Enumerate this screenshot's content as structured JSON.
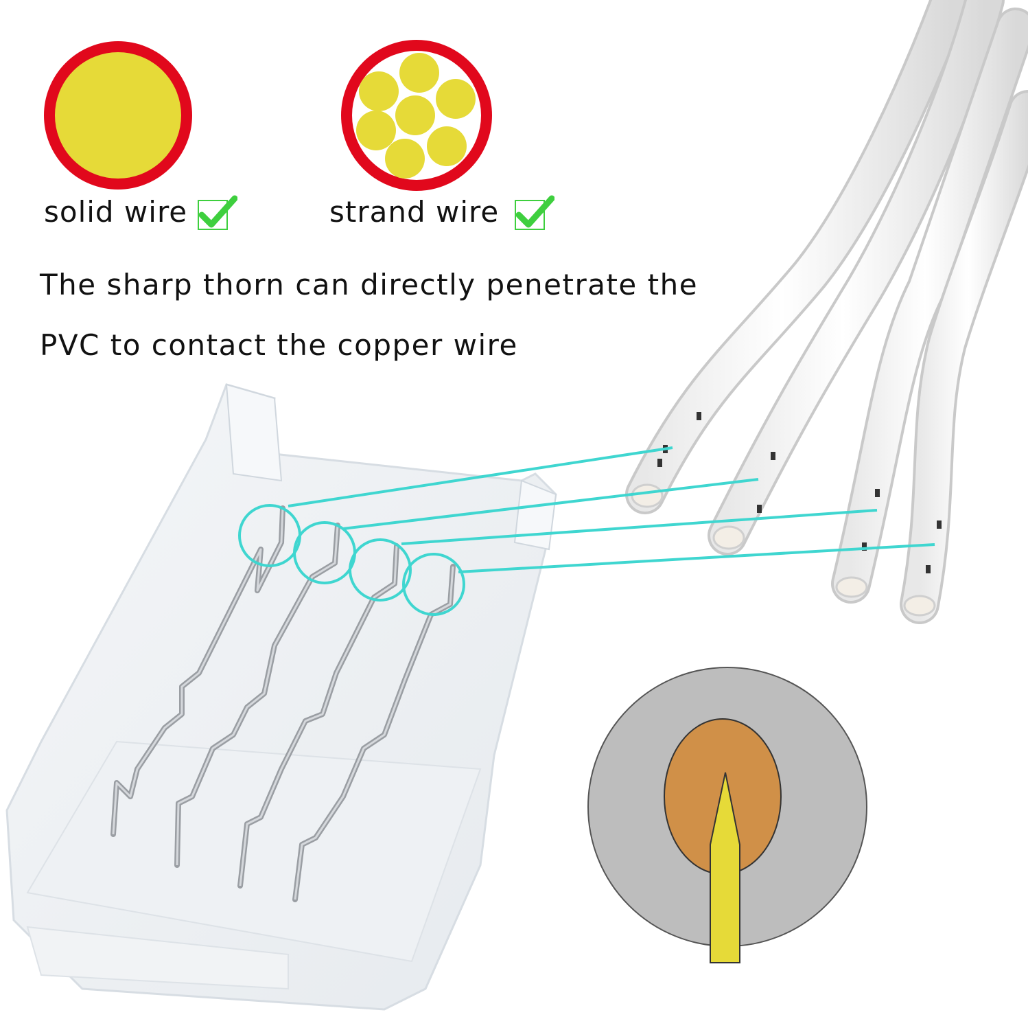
{
  "labels": {
    "solid": "solid wire",
    "strand": "strand wire"
  },
  "description": {
    "line1": "The sharp thorn can directly penetrate the",
    "line2": "PVC to contact the copper wire"
  },
  "colors": {
    "ring_red": "#e1081c",
    "copper_yellow": "#e6da38",
    "callout_cyan": "#3fd6d0",
    "insulation_gray": "#bdbdbd",
    "core_copper": "#d09048",
    "check_green": "#3ecf3e"
  },
  "icons": [
    "checkmark-icon"
  ]
}
